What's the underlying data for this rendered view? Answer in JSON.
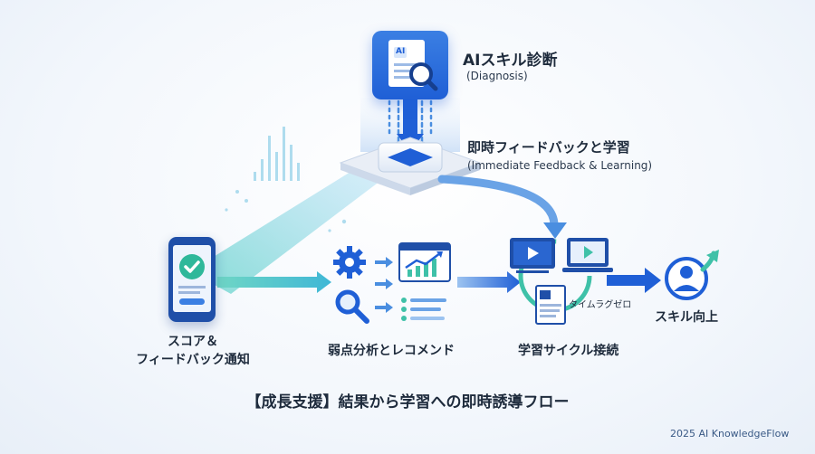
{
  "diagnosis": {
    "title": "AIスキル診断",
    "subtitle": "(Diagnosis)",
    "doc_label": "AI"
  },
  "feedback_hub": {
    "title": "即時フィードバックと学習",
    "subtitle": "(Immediate Feedback & Learning)"
  },
  "steps": [
    {
      "label_line1": "スコア＆",
      "label_line2": "フィードバック通知"
    },
    {
      "label_line1": "弱点分析とレコメンド"
    },
    {
      "label_line1": "学習サイクル接続",
      "note": "タイムラグゼロ"
    },
    {
      "label_line1": "スキル向上"
    }
  ],
  "footer": {
    "title": "【成長支援】結果から学習への即時誘導フロー",
    "credit": "2025 AI KnowledgeFlow"
  },
  "colors": {
    "primary": "#1f5fd6",
    "teal": "#3fc1c9",
    "green": "#2fa36b",
    "dark": "#1e2b3c"
  }
}
